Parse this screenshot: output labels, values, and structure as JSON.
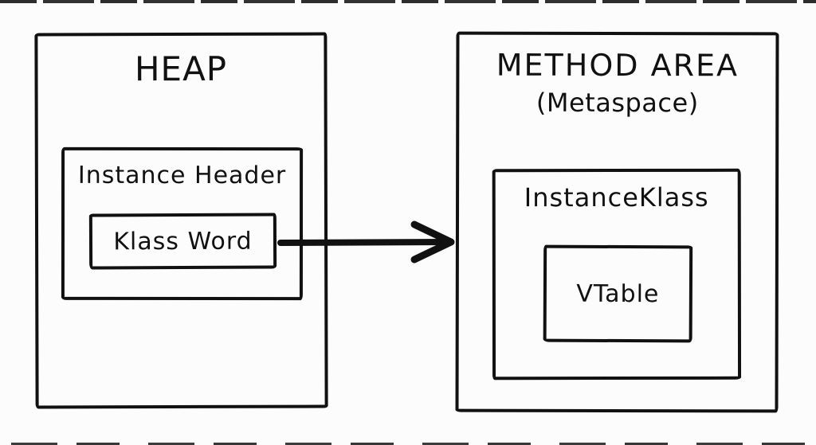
{
  "diagram": {
    "heap": {
      "title": "HEAP"
    },
    "instance_header": {
      "label": "Instance Header"
    },
    "klass_word": {
      "label": "Klass Word"
    },
    "method_area": {
      "title": "METHOD AREA",
      "subtitle": "(Metaspace)"
    },
    "instance_klass": {
      "label": "InstanceKlass"
    },
    "vtable": {
      "label": "VTable"
    }
  },
  "colors": {
    "ink": "#111111",
    "paper": "#fcfcfc"
  }
}
